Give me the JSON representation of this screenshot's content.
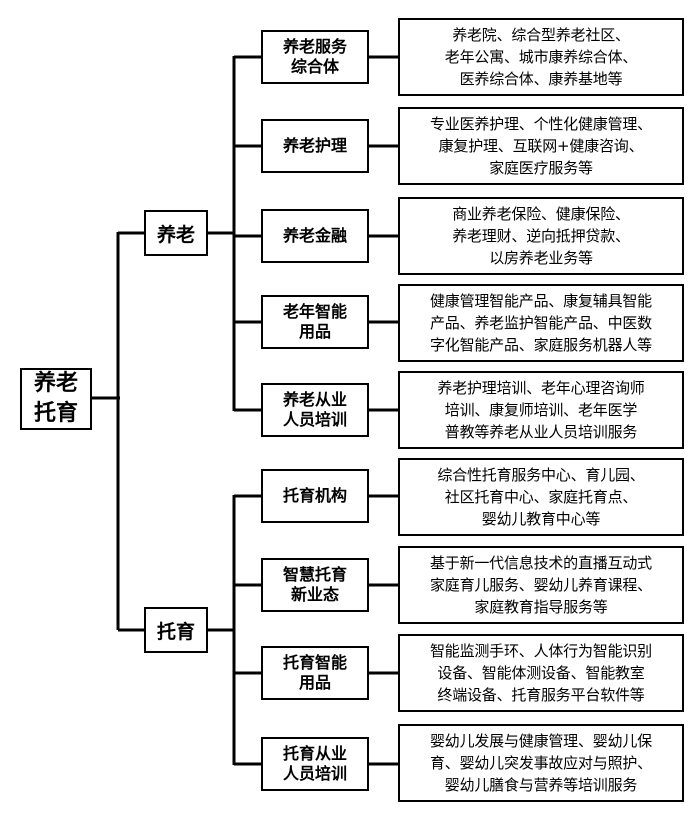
{
  "root": {
    "label": "养老\n托育"
  },
  "branches": [
    {
      "label": "养老",
      "children": [
        {
          "label": "养老服务\n综合体",
          "desc": "养老院、综合型养老社区、\n老年公寓、城市康养综合体、\n医养综合体、康养基地等"
        },
        {
          "label": "养老护理",
          "desc": "专业医养护理、个性化健康管理、\n康复护理、互联网+健康咨询、\n家庭医疗服务等"
        },
        {
          "label": "养老金融",
          "desc": "商业养老保险、健康保险、\n养老理财、逆向抵押贷款、\n以房养老业务等"
        },
        {
          "label": "老年智能\n用品",
          "desc": "健康管理智能产品、康复辅具智能\n产品、养老监护智能产品、中医数\n字化智能产品、家庭服务机器人等"
        },
        {
          "label": "养老从业\n人员培训",
          "desc": "养老护理培训、老年心理咨询师\n培训、康复师培训、老年医学\n普教等养老从业人员培训服务"
        }
      ]
    },
    {
      "label": "托育",
      "children": [
        {
          "label": "托育机构",
          "desc": "综合性托育服务中心、育儿园、\n社区托育中心、家庭托育点、\n婴幼儿教育中心等"
        },
        {
          "label": "智慧托育\n新业态",
          "desc": "基于新一代信息技术的直播互动式\n家庭育儿服务、婴幼儿养育课程、\n家庭教育指导服务等"
        },
        {
          "label": "托育智能\n用品",
          "desc": "智能监测手环、人体行为智能识别\n设备、智能体测设备、智能教室\n终端设备、托育服务平台软件等"
        },
        {
          "label": "托育从业\n人员培训",
          "desc": "婴幼儿发展与健康管理、婴幼儿保\n育、婴幼儿突发事故应对与照护、\n婴幼儿膳食与营养等培训服务"
        }
      ]
    }
  ]
}
